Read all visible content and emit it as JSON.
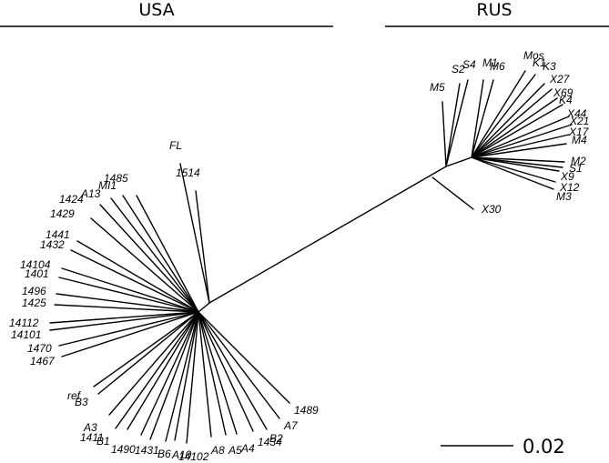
{
  "headers": {
    "usa": "USA",
    "rus": "RUS"
  },
  "scale_bar": {
    "label": "0.02"
  },
  "usa_leaves": [
    "FL",
    "1514",
    "1485",
    "MI1",
    "A13",
    "1424",
    "1429",
    "1441",
    "1432",
    "14104",
    "1401",
    "1496",
    "1425",
    "14112",
    "14101",
    "1470",
    "1467",
    "ref",
    "B3",
    "A3",
    "1411",
    "B1",
    "1490",
    "1431",
    "B6",
    "A10",
    "14102",
    "A8",
    "A5",
    "A4",
    "1434",
    "B2",
    "A7",
    "1489"
  ],
  "rus_leaves": [
    "M5",
    "S2",
    "S4",
    "M1",
    "M6",
    "Mos",
    "K1",
    "K3",
    "X27",
    "X69",
    "K4",
    "X44",
    "X21",
    "X17",
    "M4",
    "M2",
    "S1",
    "X9",
    "X12",
    "M3",
    "X30"
  ]
}
